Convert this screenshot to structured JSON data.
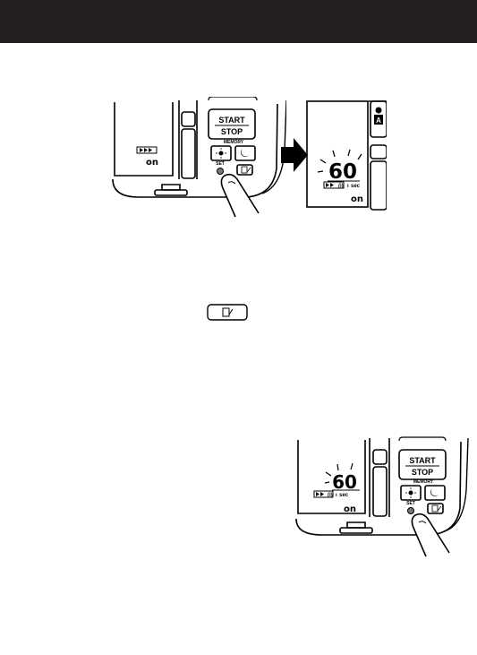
{
  "device": {
    "start_label": "START",
    "stop_label": "STOP",
    "memory_label": "MEMORY",
    "set_label": "SET",
    "user_label": "A",
    "display_value": "60",
    "display_unit": "sec",
    "status_text": "on"
  }
}
